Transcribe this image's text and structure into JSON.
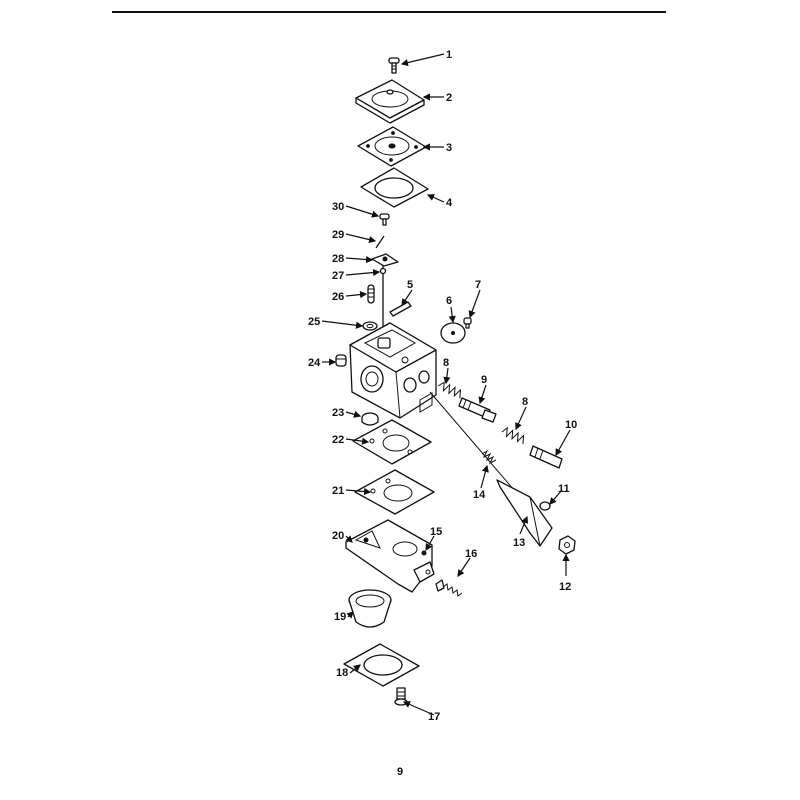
{
  "callouts": [
    "1",
    "2",
    "3",
    "4",
    "5",
    "6",
    "7",
    "8",
    "8",
    "9",
    "10",
    "11",
    "12",
    "13",
    "14",
    "15",
    "16",
    "17",
    "18",
    "19",
    "20",
    "21",
    "22",
    "23",
    "24",
    "25",
    "26",
    "27",
    "28",
    "29",
    "30"
  ],
  "page_number": "9"
}
